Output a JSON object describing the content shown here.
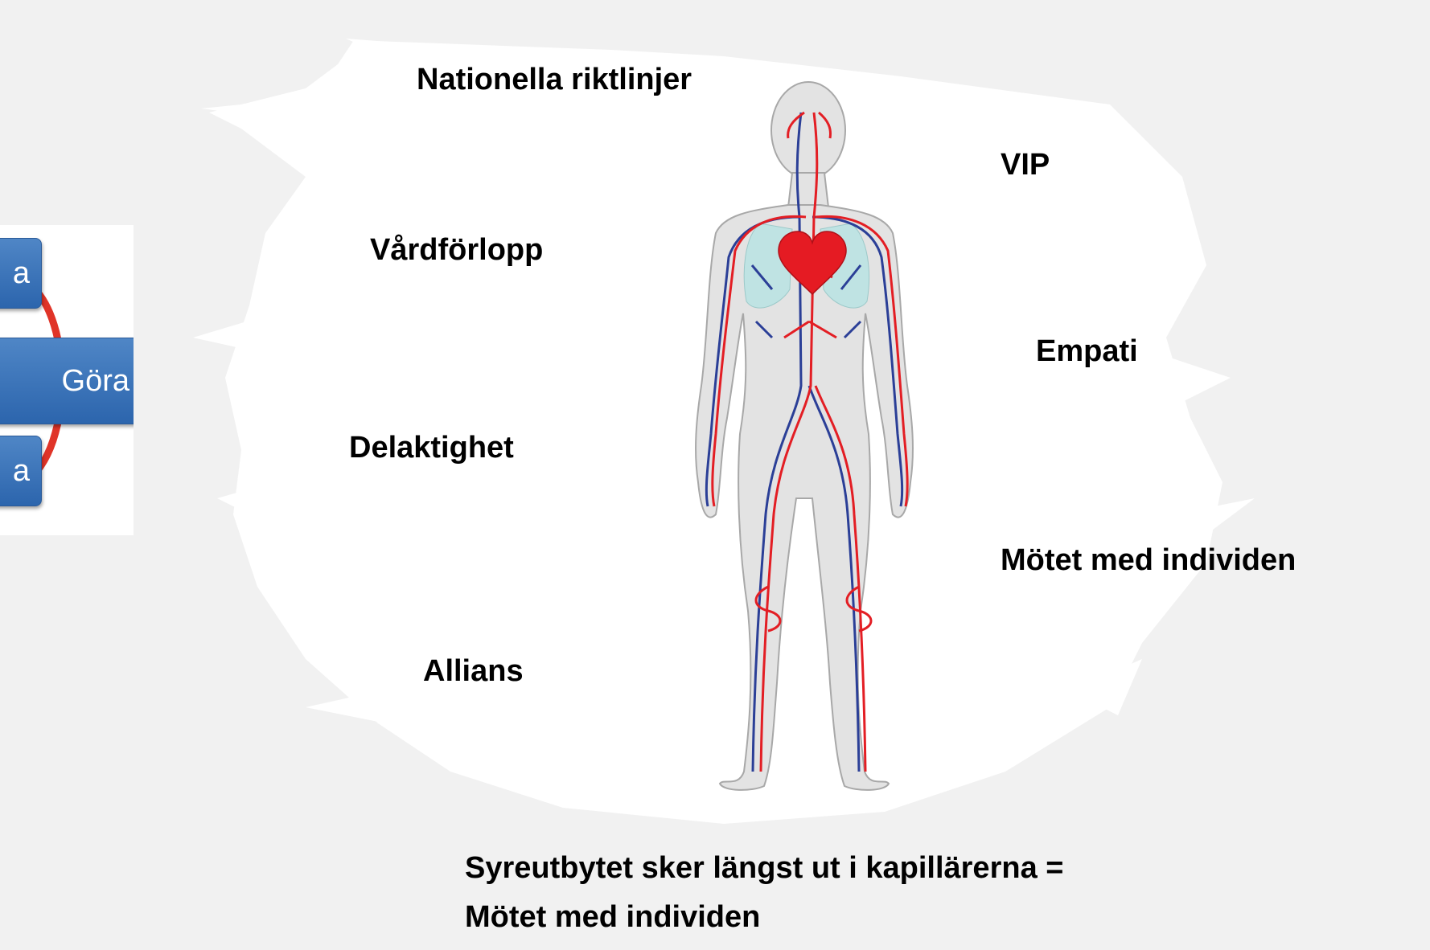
{
  "labels": {
    "nationella": "Nationella riktlinjer",
    "vip": "VIP",
    "vardforlopp": "Vårdförlopp",
    "empati": "Empati",
    "delaktighet": "Delaktighet",
    "motet": "Mötet med individen",
    "allians": "Allians"
  },
  "cycle": {
    "top": "a",
    "middle": "Göra",
    "bottom": "a"
  },
  "caption": {
    "line1": "Syreutbytet sker längst ut i kapillärerna =",
    "line2": "Mötet med individen"
  },
  "colors": {
    "background": "#f1f1f1",
    "brush": "#ffffff",
    "artery": "#e31e24",
    "vein": "#2b3f97",
    "heart": "#e51b23",
    "lungs": "#bfe3e3",
    "cycle_box": "#3a74bb",
    "cycle_ring": "#e03428"
  }
}
